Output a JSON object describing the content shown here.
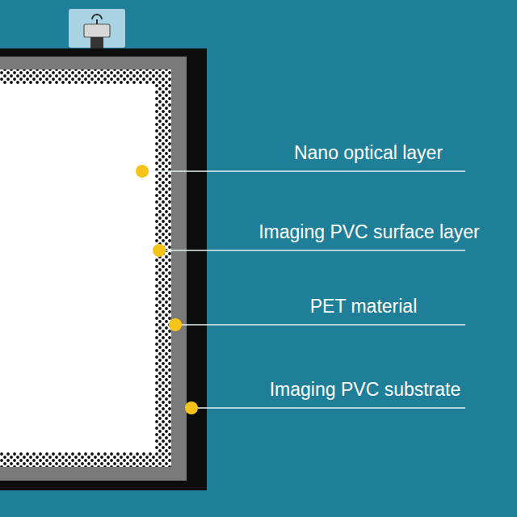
{
  "diagram": {
    "labels": [
      "Nano optical layer",
      "Imaging PVC surface layer",
      "PET material",
      "Imaging PVC substrate"
    ]
  }
}
